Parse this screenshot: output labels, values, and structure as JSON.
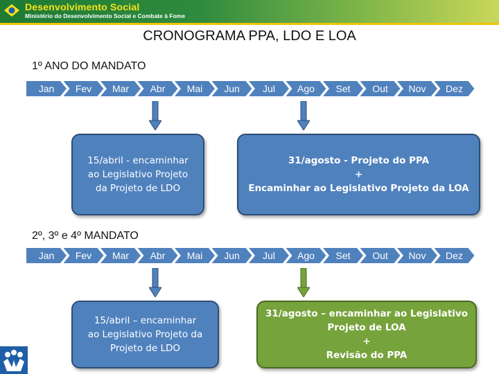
{
  "header": {
    "org_name": "Desenvolvimento Social",
    "org_subtitle": "Ministério do Desenvolvimento Social e Combate à Fome"
  },
  "title": "CRONOGRAMA PPA, LDO E LOA",
  "section1": {
    "label": "1º ANO DO MANDATO",
    "months": [
      "Jan",
      "Fev",
      "Mar",
      "Abr",
      "Mai",
      "Jun",
      "Jul",
      "Ago",
      "Set",
      "Out",
      "Nov",
      "Dez"
    ],
    "box_left": "15/abril - encaminhar\nao Legislativo Projeto\nda Projeto de LDO",
    "box_right": "31/agosto  - Projeto do PPA\n+\nEncaminhar ao Legislativo Projeto da LOA"
  },
  "section2": {
    "label": "2º, 3º e 4º MANDATO",
    "months": [
      "Jan",
      "Fev",
      "Mar",
      "Abr",
      "Mai",
      "Jun",
      "Jul",
      "Ago",
      "Set",
      "Out",
      "Nov",
      "Dez"
    ],
    "box_left": "15/abril – encaminhar\nao Legislativo Projeto da\nProjeto de LDO",
    "box_right": "31/agosto – encaminhar ao Legislativo\nProjeto de LOA\n+\nRevisão do PPA"
  },
  "colors": {
    "chevron": "#4f81bd",
    "box_blue": "#4f81bd",
    "box_green": "#77a33c",
    "banner_green": "#1f7a34",
    "banner_yellow": "#f2c400"
  }
}
